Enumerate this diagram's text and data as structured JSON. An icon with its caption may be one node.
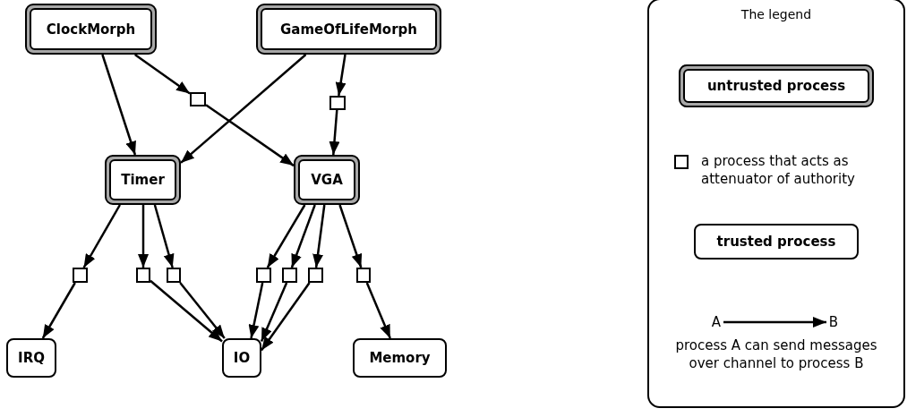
{
  "diagram": {
    "nodes": [
      {
        "text": [
          "ClockMorph"
        ]
      },
      {
        "text": [
          "GameOfLifeMorph"
        ]
      },
      {
        "text": [],
        "shape": "box"
      },
      {
        "text": [],
        "shape": "box"
      },
      {
        "text": [
          "Timer"
        ]
      },
      {
        "text": [
          "VGA"
        ]
      },
      {
        "text": [],
        "shape": "box"
      },
      {
        "text": [],
        "shape": "box"
      },
      {
        "text": [],
        "shape": "box"
      },
      {
        "text": [],
        "shape": "box"
      },
      {
        "text": [],
        "shape": "box"
      },
      {
        "text": [],
        "shape": "box"
      },
      {
        "text": [],
        "shape": "box"
      },
      {
        "text": [
          "IRQ"
        ]
      },
      {
        "text": [
          "IO"
        ]
      },
      {
        "text": [
          "Memory"
        ]
      },
      {
        "text": [
          "The legend"
        ]
      },
      {
        "text": [
          "untrusted process"
        ],
        "in": 16
      },
      {
        "text": [],
        "shape": "box",
        "in": 16,
        "beside": [
          "a process that acts as attenuator of authority"
        ]
      },
      {
        "text": [
          "trusted process"
        ],
        "in": 16
      },
      {
        "text": [
          "A"
        ],
        "in": 16
      },
      {
        "text": [
          "B"
        ],
        "in": 16
      }
    ],
    "edges": [
      {
        "from": 0,
        "to": 4,
        "arrow": "to"
      },
      {
        "from": 0,
        "to": 2,
        "arrow": "to"
      },
      {
        "from": 2,
        "to": 5,
        "arrow": "to"
      },
      {
        "from": 1,
        "to": 4,
        "arrow": "to"
      },
      {
        "from": 1,
        "to": 3,
        "arrow": "to"
      },
      {
        "from": 3,
        "to": 5,
        "arrow": "to"
      },
      {
        "from": 4,
        "to": 6,
        "arrow": "to"
      },
      {
        "from": 6,
        "to": 13,
        "arrow": "to"
      },
      {
        "from": 4,
        "to": 7,
        "arrow": "to"
      },
      {
        "from": 7,
        "to": 14,
        "arrow": "to"
      },
      {
        "from": 4,
        "to": 8,
        "arrow": "to"
      },
      {
        "from": 8,
        "to": 14,
        "arrow": "to"
      },
      {
        "from": 5,
        "to": 9,
        "arrow": "to"
      },
      {
        "from": 9,
        "to": 14,
        "arrow": "to"
      },
      {
        "from": 5,
        "to": 10,
        "arrow": "to"
      },
      {
        "from": 10,
        "to": 14,
        "arrow": "to"
      },
      {
        "from": 5,
        "to": 11,
        "arrow": "to"
      },
      {
        "from": 11,
        "to": 14,
        "arrow": "to"
      },
      {
        "from": 5,
        "to": 12,
        "arrow": "to"
      },
      {
        "from": 12,
        "to": 15,
        "arrow": "to"
      },
      {
        "from": 20,
        "to": 21,
        "arrow": "to"
      }
    ],
    "labels": [
      "process A can send messages over channel to process B"
    ]
  }
}
